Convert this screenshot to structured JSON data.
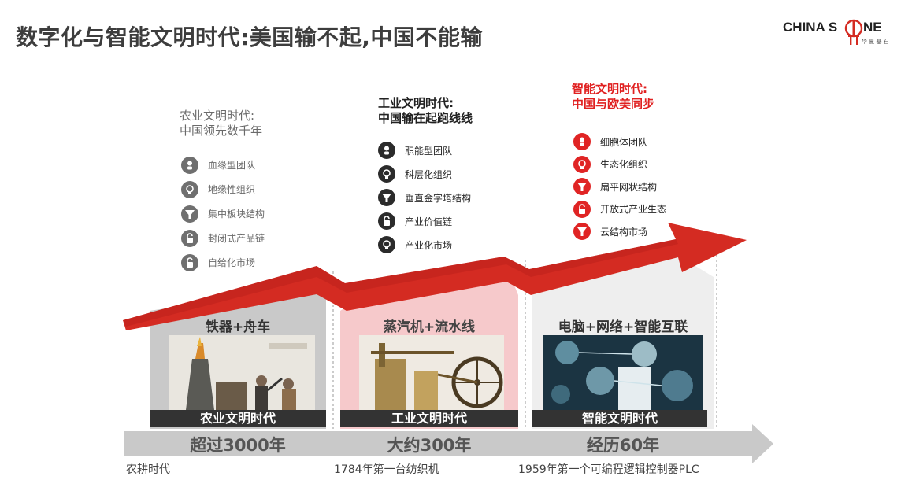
{
  "title": "数字化与智能文明时代:美国输不起,中国不能输",
  "logo": {
    "text_left": "CHINA S",
    "text_right": "NE",
    "subtitle": "华 夏 基 石"
  },
  "colors": {
    "accent_red": "#d42b22",
    "gray_bar": "#c9c9c9",
    "dark_bar": "#333333"
  },
  "eras": [
    {
      "heading_line1": "农业文明时代:",
      "heading_line2": "中国领先数千年",
      "features": [
        {
          "label": "血缘型团队",
          "icon": "person-icon"
        },
        {
          "label": "地缘性组织",
          "icon": "bulb-icon"
        },
        {
          "label": "集中板块结构",
          "icon": "funnel-icon"
        },
        {
          "label": "封闭式产品链",
          "icon": "lock-icon"
        },
        {
          "label": "自给化市场",
          "icon": "lock-icon"
        }
      ],
      "panel_title": "铁器+舟车",
      "era_label": "农业文明时代",
      "duration": "超过3000年",
      "note": "农耕时代"
    },
    {
      "heading_line1": "工业文明时代:",
      "heading_line2": "中国输在起跑线线",
      "features": [
        {
          "label": "职能型团队",
          "icon": "person-icon"
        },
        {
          "label": "科层化组织",
          "icon": "bulb-icon"
        },
        {
          "label": "垂直金字塔结构",
          "icon": "funnel-icon"
        },
        {
          "label": "产业价值链",
          "icon": "lock-icon"
        },
        {
          "label": "产业化市场",
          "icon": "bulb-icon"
        }
      ],
      "panel_title": "蒸汽机+流水线",
      "era_label": "工业文明时代",
      "duration": "大约300年",
      "note": "1784年第一台纺织机"
    },
    {
      "heading_line1": "智能文明时代:",
      "heading_line2": "中国与欧美同步",
      "features": [
        {
          "label": "细胞体团队",
          "icon": "person-icon"
        },
        {
          "label": "生态化组织",
          "icon": "bulb-icon"
        },
        {
          "label": "扁平网状结构",
          "icon": "funnel-icon"
        },
        {
          "label": "开放式产业生态",
          "icon": "lock-icon"
        },
        {
          "label": "云结构市场",
          "icon": "funnel-icon"
        }
      ],
      "panel_title": "电脑+网络+智能互联",
      "era_label": "智能文明时代",
      "duration": "经历60年",
      "note": "1959年第一个可编程逻辑控制器PLC"
    }
  ]
}
